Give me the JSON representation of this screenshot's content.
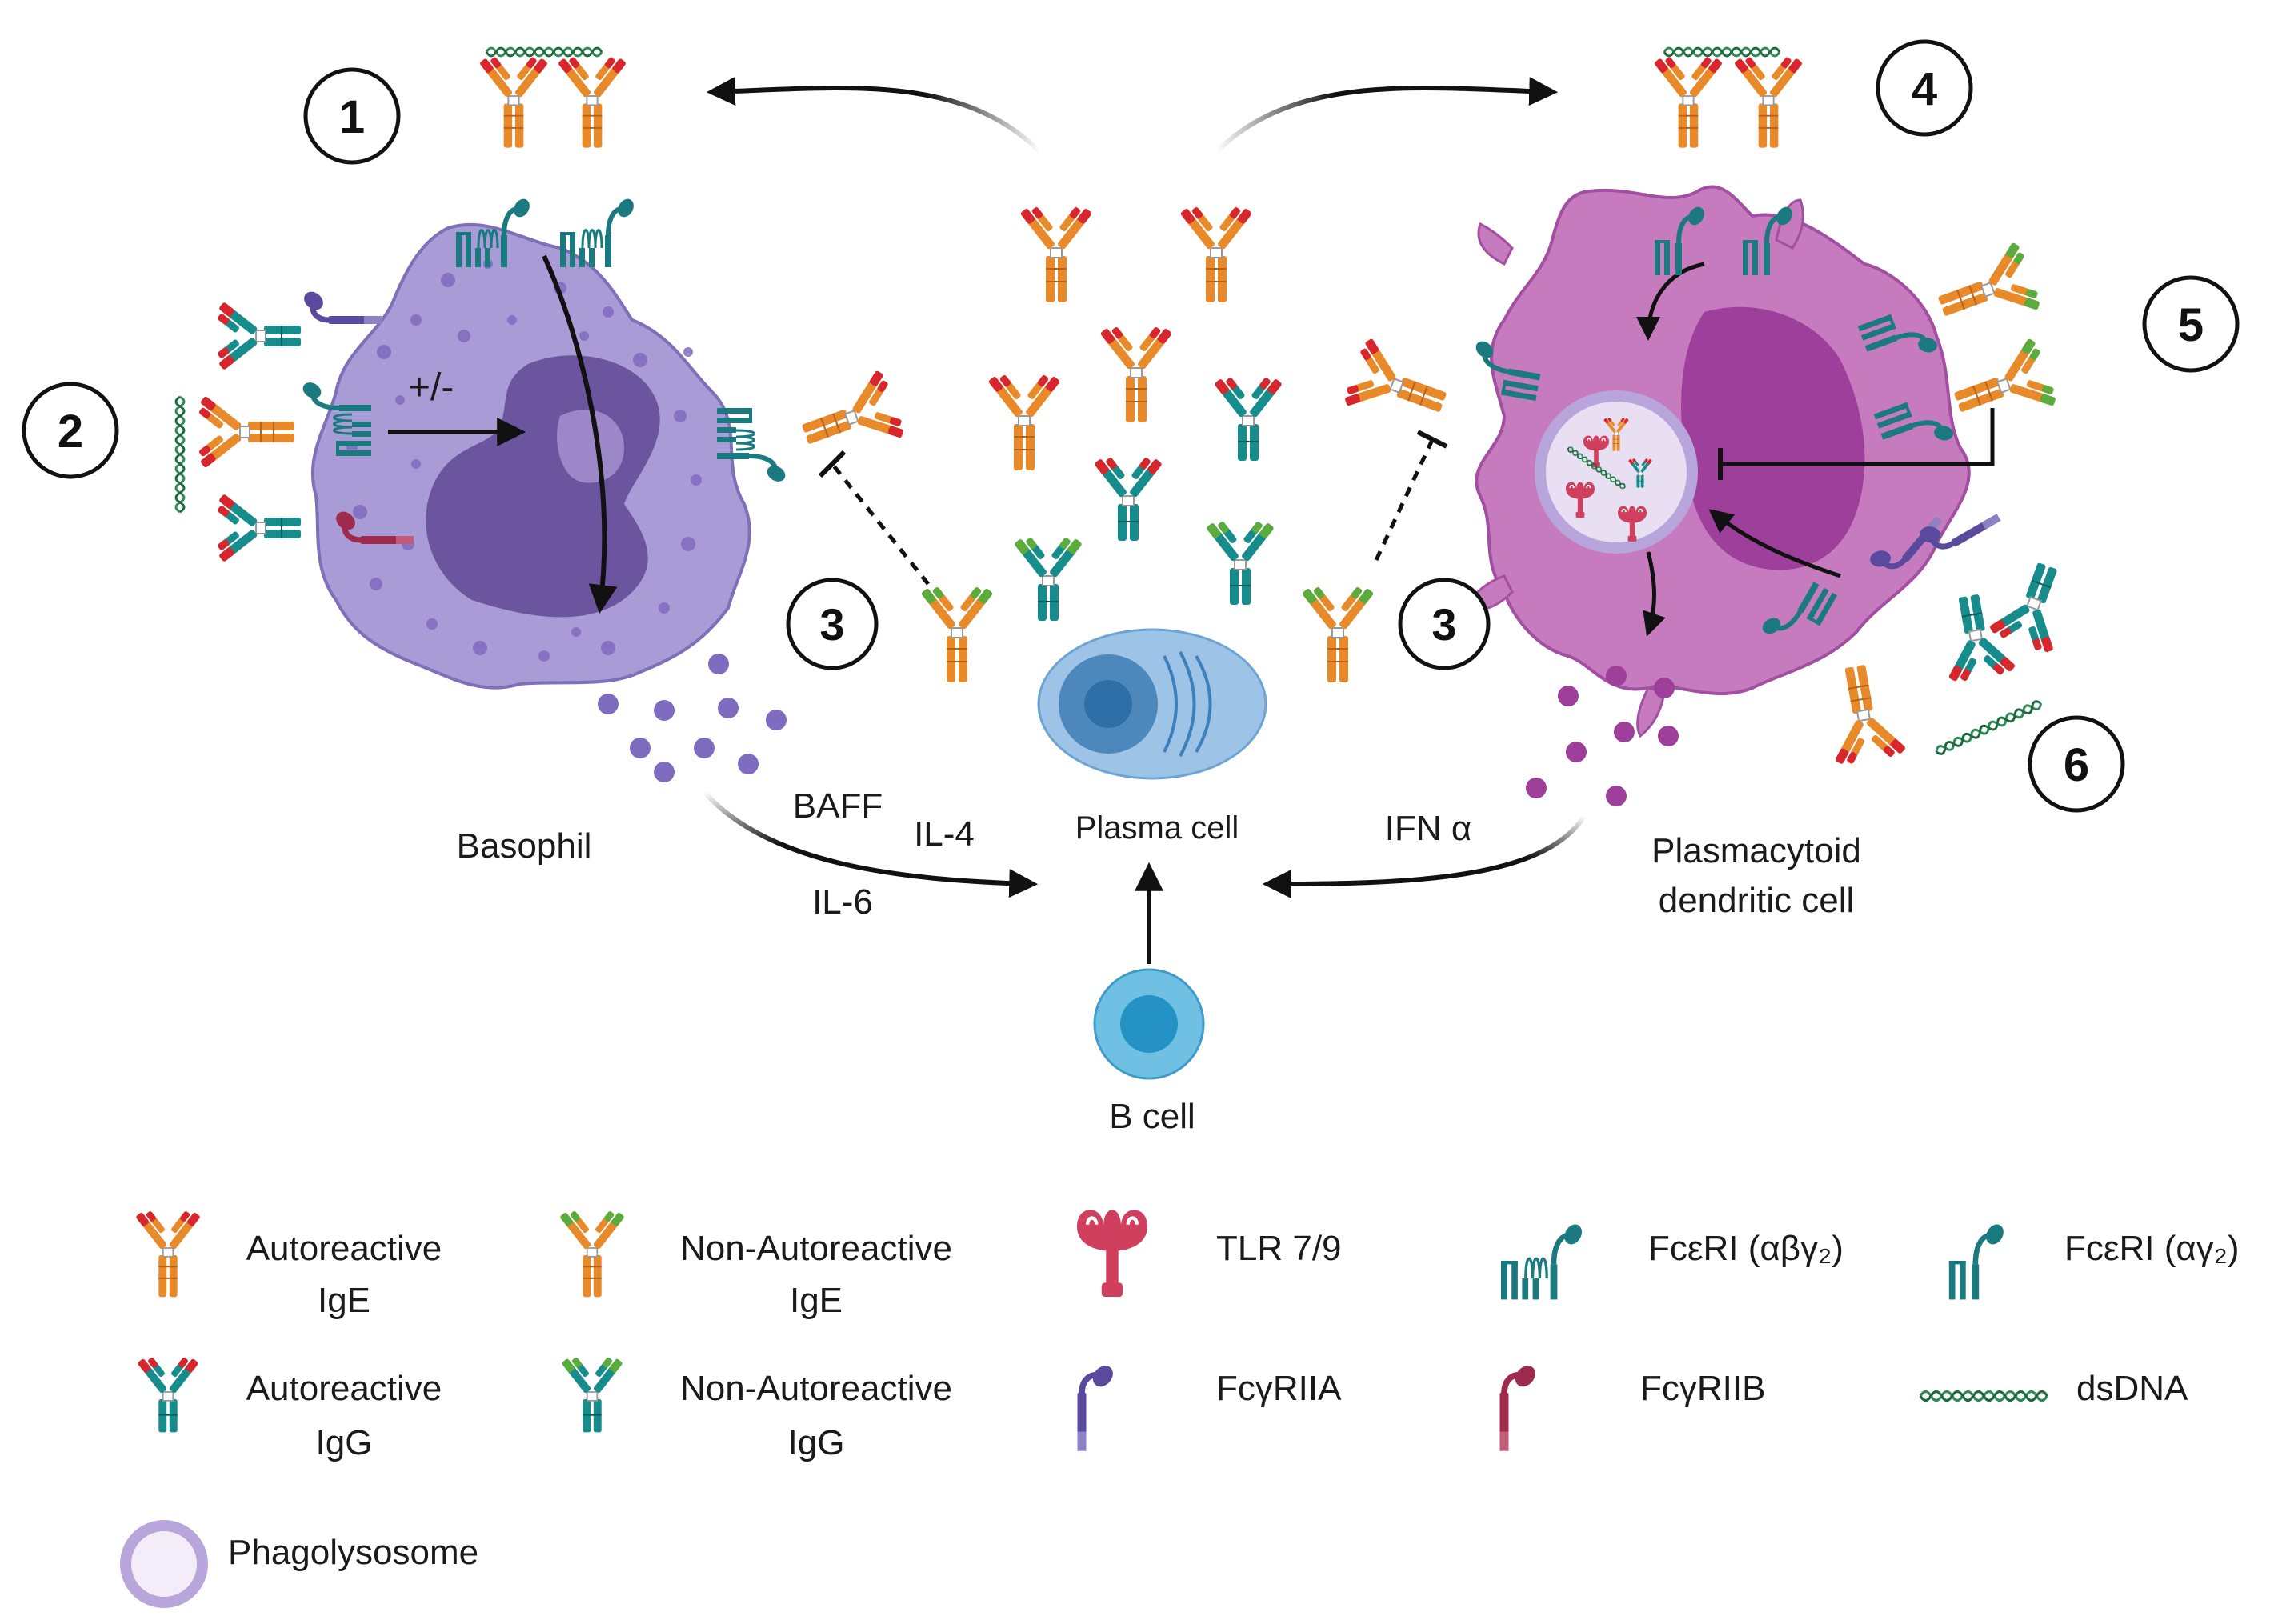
{
  "colors": {
    "ige_heavy": "#e8892a",
    "igg_heavy": "#178c8c",
    "autoreactive_tip": "#d8262c",
    "nonautoreactive_tip": "#5aac3c",
    "basophil_cell": "#a99bd6",
    "basophil_nucleus": "#6b559e",
    "pdc_cell": "#c77bbf",
    "pdc_nucleus": "#9d3f9b",
    "plasma_cell": "#9dc3e6",
    "b_cell": "#6fc0e3",
    "fceri": "#1a7a80",
    "fcgriia": "#5a4a9e",
    "fcgriib": "#9e2a4e",
    "tlr": "#d0405e",
    "dsdna": "#2e8b57",
    "phagolysosome": "#b8a5dc"
  },
  "steps": [
    "1",
    "2",
    "3",
    "3",
    "4",
    "5",
    "6"
  ],
  "cells": {
    "basophil": "Basophil",
    "plasma": "Plasma cell",
    "b_cell": "B cell",
    "pdc_line1": "Plasmacytoid",
    "pdc_line2": "dendritic cell"
  },
  "cytokines": {
    "baff": "BAFF",
    "il4": "IL-4",
    "il6": "IL-6",
    "ifn": "IFN α"
  },
  "modulation": "+/-",
  "legend": [
    {
      "id": "auto-ige",
      "line1": "Autoreactive",
      "line2": "IgE",
      "icon": "antibody-ige-red"
    },
    {
      "id": "nonauto-ige",
      "line1": "Non-Autoreactive",
      "line2": "IgE",
      "icon": "antibody-ige-green"
    },
    {
      "id": "tlr",
      "line1": "TLR 7/9",
      "line2": "",
      "icon": "tlr-icon"
    },
    {
      "id": "fceri-abg",
      "line1": "FcεRI (αβγ₂)",
      "line2": "",
      "icon": "fceri-tetramer-icon"
    },
    {
      "id": "fceri-ag",
      "line1": "FcεRI (αγ₂)",
      "line2": "",
      "icon": "fceri-trimer-icon"
    },
    {
      "id": "auto-igg",
      "line1": "Autoreactive",
      "line2": "IgG",
      "icon": "antibody-igg-red"
    },
    {
      "id": "nonauto-igg",
      "line1": "Non-Autoreactive",
      "line2": "IgG",
      "icon": "antibody-igg-green"
    },
    {
      "id": "fcgriia",
      "line1": "FcγRIIA",
      "line2": "",
      "icon": "fcgriia-icon"
    },
    {
      "id": "fcgriib",
      "line1": "FcγRIIB",
      "line2": "",
      "icon": "fcgriib-icon"
    },
    {
      "id": "dsdna",
      "line1": "dsDNA",
      "line2": "",
      "icon": "dsdna-icon"
    },
    {
      "id": "phago",
      "line1": "Phagolysosome",
      "line2": "",
      "icon": "phagolysosome-icon"
    }
  ]
}
